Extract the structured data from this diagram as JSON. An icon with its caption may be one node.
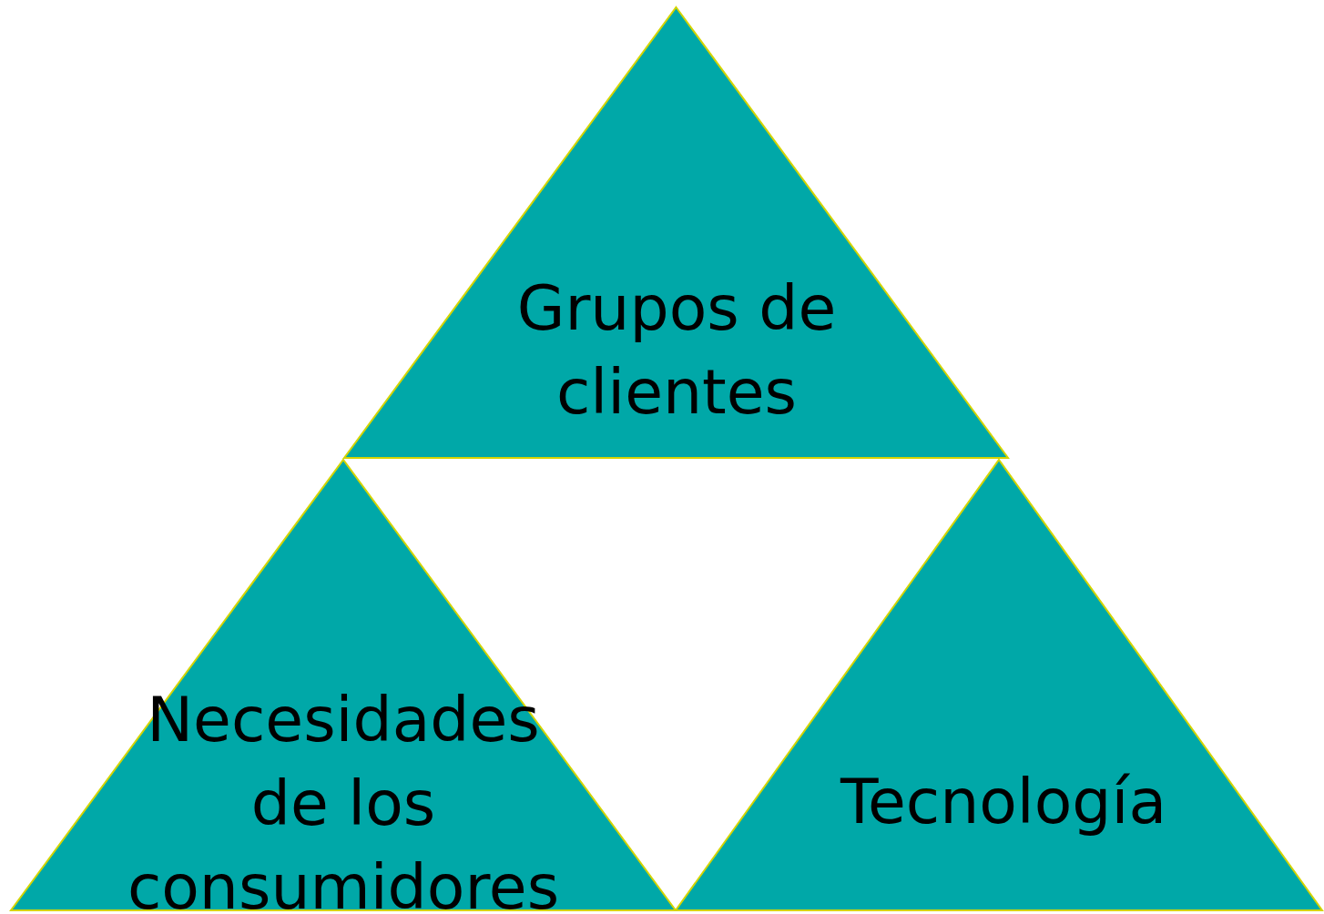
{
  "diagram": {
    "nodes": [
      {
        "text": [
          "Grupos de clientes"
        ]
      },
      {
        "text": [
          "Necesidades de los consumidores"
        ]
      },
      {
        "text": [
          "Tecnología"
        ]
      }
    ]
  }
}
